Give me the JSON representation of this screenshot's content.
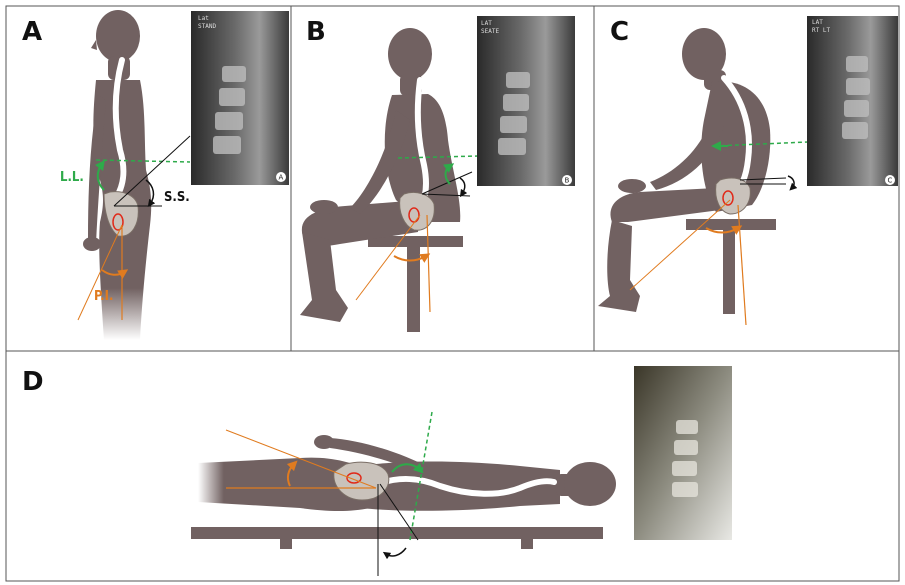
{
  "panels": {
    "A": {
      "letter": "A",
      "ll_label": "L.L.",
      "ss_label": "S.S.",
      "pi_label": "P.I.",
      "xray_badge": "A",
      "xray_text": "Lat\nSTAND"
    },
    "B": {
      "letter": "B",
      "xray_badge": "B",
      "xray_text": "LAT\nSEATE"
    },
    "C": {
      "letter": "C",
      "xray_badge": "C",
      "xray_text": "LAT\nRT LT"
    },
    "D": {
      "letter": "D"
    }
  },
  "colors": {
    "body": "#716161",
    "frame": "#555555",
    "green": "#2eaa4a",
    "orange": "#e07b1f",
    "red": "#e02a1a",
    "black": "#111111"
  }
}
